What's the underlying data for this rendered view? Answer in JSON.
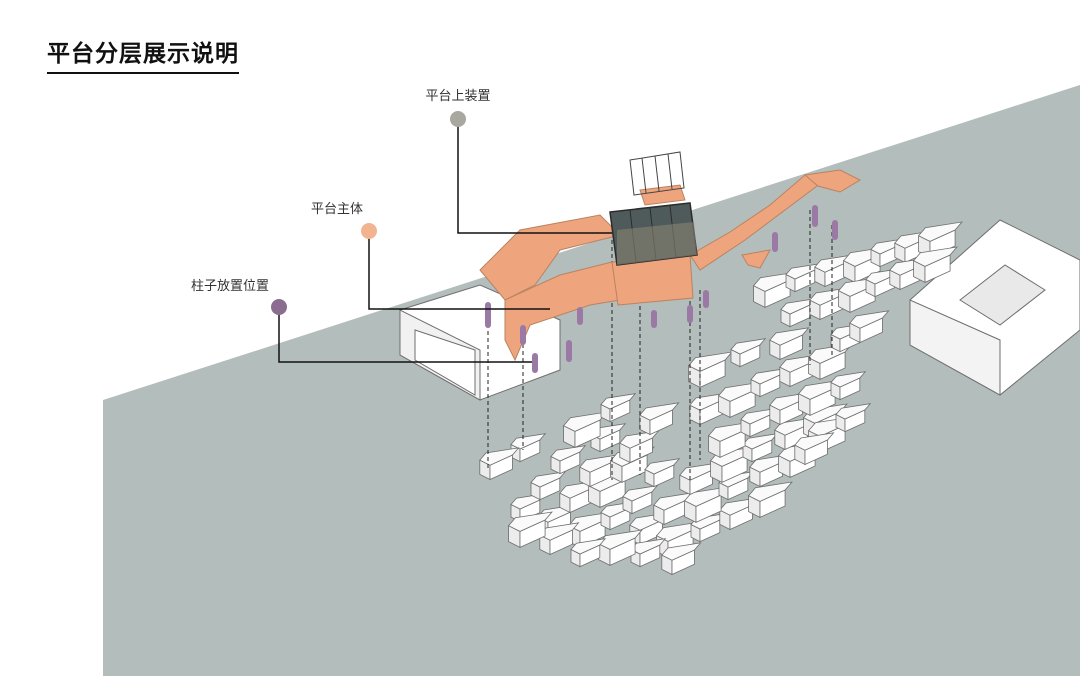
{
  "page": {
    "title": "平台分层展示说明"
  },
  "callouts": [
    {
      "label": "平台上装置",
      "color": "#a8a8a0"
    },
    {
      "label": "平台主体",
      "color": "#f2b48e"
    },
    {
      "label": "柱子放置位置",
      "color": "#8a6d8f"
    }
  ],
  "colors": {
    "ground": "#b3bdbb",
    "platform": "#eea57e",
    "columns": "#9a7aa5",
    "glass_pavilion": "#4f5b5b",
    "buildings": "#ffffff",
    "building_outline": "#6e6e6e"
  }
}
